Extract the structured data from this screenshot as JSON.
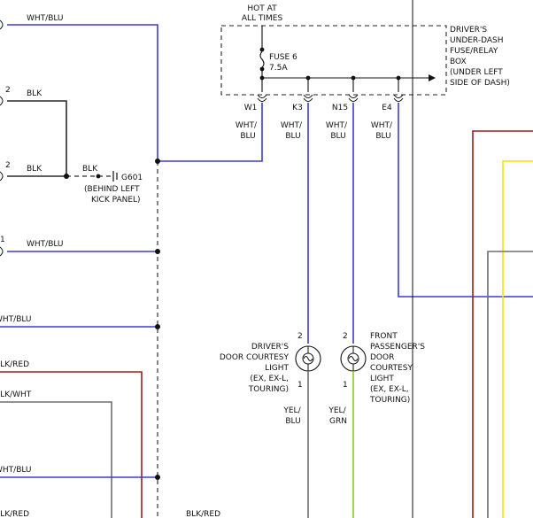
{
  "colors": {
    "blue": "#3b3bd6",
    "black": "#2a2a2a",
    "gray": "#6e6e6e",
    "red": "#a01c1c",
    "yellow": "#f2e600",
    "green": "#7fd321"
  },
  "power": {
    "hot_line1": "HOT AT",
    "hot_line2": "ALL TIMES",
    "fuse_name": "FUSE 6",
    "fuse_rating": "7.5A",
    "box_lines": [
      "DRIVER'S",
      "UNDER-DASH",
      "FUSE/RELAY",
      "BOX",
      "(UNDER LEFT",
      "SIDE OF DASH)"
    ]
  },
  "terminals": [
    "W1",
    "K3",
    "N15",
    "E4"
  ],
  "terminal_wires": [
    [
      "WHT/",
      "BLU"
    ],
    [
      "WHT/",
      "BLU"
    ],
    [
      "WHT/",
      "BLU"
    ],
    [
      "WHT/",
      "BLU"
    ]
  ],
  "left_connectors": [
    {
      "pin": "",
      "wire": "WHT/BLU"
    },
    {
      "pin": "2",
      "wire": "BLK"
    },
    {
      "pin": "2",
      "wire": "BLK"
    },
    {
      "pin": "1",
      "wire": "WHT/BLU"
    },
    {
      "pin": "",
      "wire": "WHT/BLU"
    },
    {
      "pin": "",
      "wire": "BLK/RED"
    },
    {
      "pin": "",
      "wire": "BLK/WHT"
    },
    {
      "pin": "",
      "wire": "WHT/BLU"
    },
    {
      "pin": "",
      "wire": "BLK/RED"
    }
  ],
  "ground": {
    "wire": "BLK",
    "name": "G601",
    "loc_line1": "(BEHIND LEFT",
    "loc_line2": "KICK PANEL)"
  },
  "bottom_label": "BLK/RED",
  "lights": [
    {
      "pin_top": "2",
      "pin_bottom": "1",
      "label_lines": [
        "DRIVER'S",
        "DOOR COURTESY",
        "LIGHT",
        "(EX, EX-L,",
        "TOURING)"
      ],
      "out_wire": [
        "YEL/",
        "BLU"
      ]
    },
    {
      "pin_top": "2",
      "pin_bottom": "1",
      "label_lines": [
        "FRONT",
        "PASSENGER'S",
        "DOOR",
        "COURTESY",
        "LIGHT",
        "(EX, EX-L,",
        "TOURING)"
      ],
      "out_wire": [
        "YEL/",
        "GRN"
      ]
    }
  ]
}
